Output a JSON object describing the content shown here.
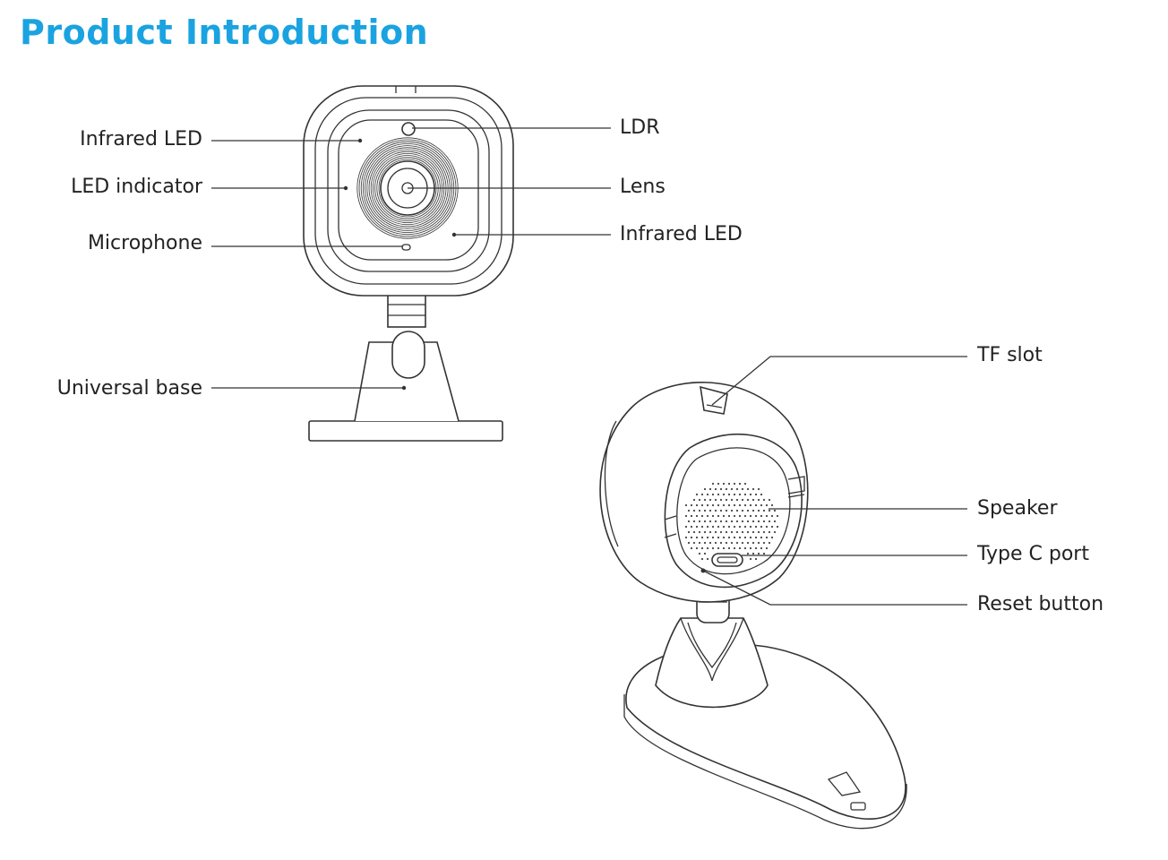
{
  "title": "Product Introduction",
  "colors": {
    "title": "#1aa3e0",
    "line": "#333333",
    "text": "#222222"
  },
  "front_view": {
    "left_labels": [
      "Infrared LED",
      "LED indicator",
      "Microphone",
      "Universal base"
    ],
    "right_labels": [
      "LDR",
      "Lens",
      "Infrared LED"
    ]
  },
  "back_view": {
    "labels": [
      "TF slot",
      "Speaker",
      "Type C port",
      "Reset button"
    ]
  }
}
